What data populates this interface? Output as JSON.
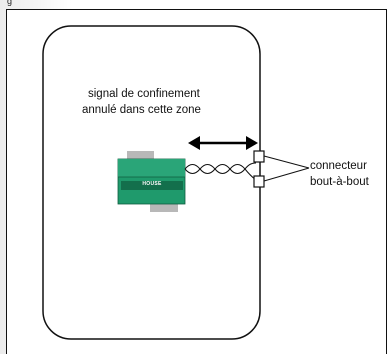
{
  "header": {
    "corner_label": "g"
  },
  "zone": {
    "line1": "signal de confinement",
    "line2": "annulé dans cette zone"
  },
  "transmitter": {
    "label": "HOUSE"
  },
  "connector": {
    "line1": "connecteur",
    "line2": "bout-à-bout"
  },
  "colors": {
    "transmitter_green": "#1f9a6c",
    "transmitter_dark": "#136f4c",
    "bracket_gray": "#b8b8b8"
  }
}
